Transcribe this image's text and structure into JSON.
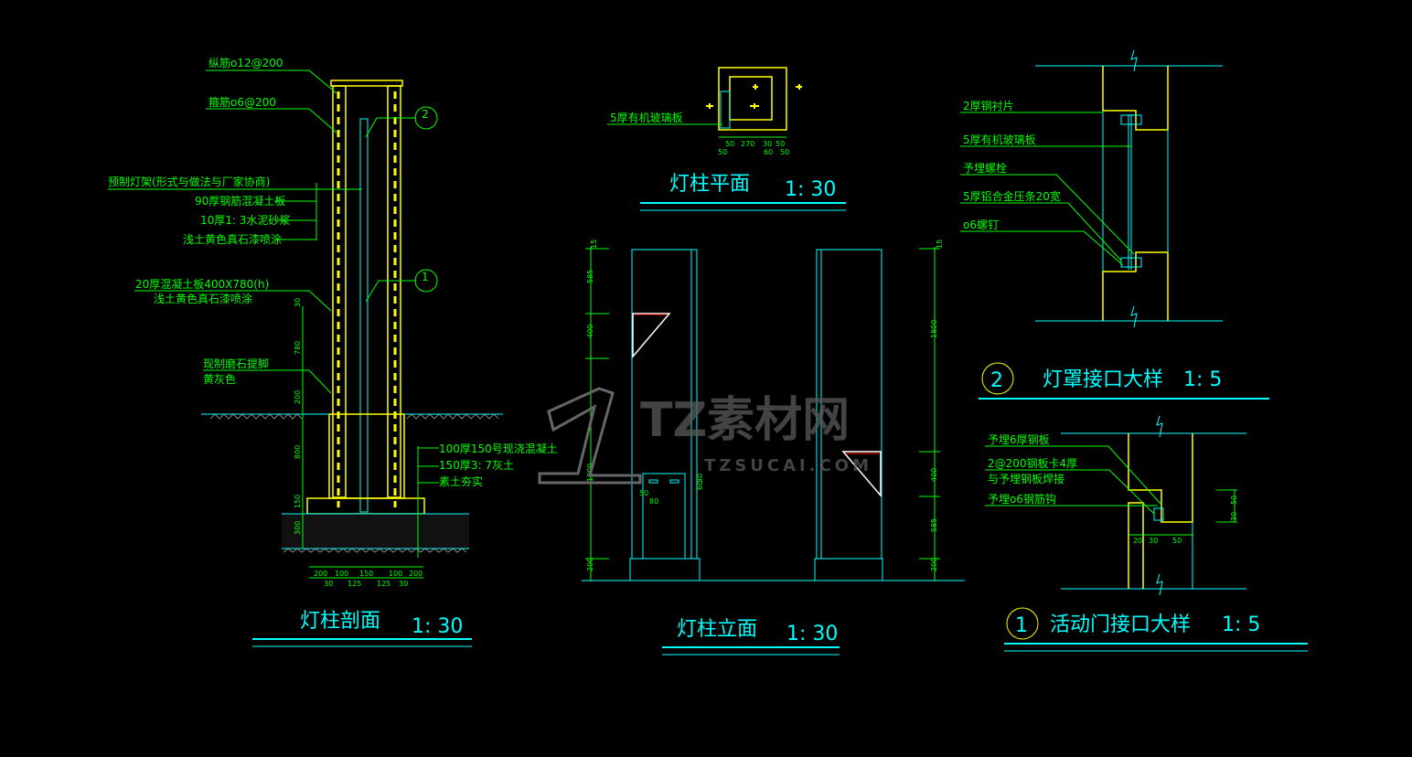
{
  "section": {
    "title": "灯柱剖面",
    "scale": "1: 30",
    "labels": [
      "纵筋ο12@200",
      "箍筋ο6@200",
      "预制灯架(形式与做法与厂家协商)",
      "90厚钢筋混凝土板",
      "10厚1: 3水泥砂浆",
      "浅土黄色真石漆喷涂",
      "20厚混凝土板400X780(h)",
      "浅土黄色真石漆喷涂",
      "现制磨石提脚",
      "黄灰色",
      "100厚150号现浇混凝土",
      "150厚3: 7灰土",
      "素土夯实"
    ],
    "callouts": [
      "2",
      "1"
    ],
    "vdims": [
      "30",
      "780",
      "200",
      "800",
      "150",
      "300"
    ],
    "hdims_top": [
      "200",
      "100",
      "150",
      "100",
      "200"
    ],
    "hdims_bottom": [
      "30",
      "125",
      "125",
      "30"
    ]
  },
  "plan": {
    "title": "灯柱平面",
    "scale": "1: 30",
    "label": "5厚有机玻璃板",
    "dims_top": [
      "50",
      "270",
      "30",
      "50"
    ],
    "dims_bottom": [
      "50",
      "60",
      "50"
    ]
  },
  "elevation": {
    "title": "灯柱立面",
    "scale": "1: 30",
    "left_dims": [
      "15",
      "585",
      "400",
      "1800",
      "200"
    ],
    "right_dims": [
      "15",
      "1800",
      "400",
      "585",
      "200"
    ],
    "door_dims": [
      "50",
      "80",
      "30",
      "60"
    ]
  },
  "detail2": {
    "number": "2",
    "title": "灯罩接口大样",
    "scale": "1: 5",
    "labels": [
      "2厚钢衬片",
      "5厚有机玻璃板",
      "予埋螺栓",
      "5厚铝合金压条20宽",
      "ο6螺钉"
    ]
  },
  "detail1": {
    "number": "1",
    "title": "活动门接口大样",
    "scale": "1: 5",
    "labels": [
      "予埋6厚钢板",
      "2@200钢板卡4厚",
      "与予埋钢板焊接",
      "予埋ο6钢筋钩"
    ],
    "dims": [
      "20",
      "30",
      "50",
      "50",
      "30"
    ]
  },
  "watermark": {
    "logo": "TZ素材网",
    "url": "TZSUCAI.COM"
  }
}
